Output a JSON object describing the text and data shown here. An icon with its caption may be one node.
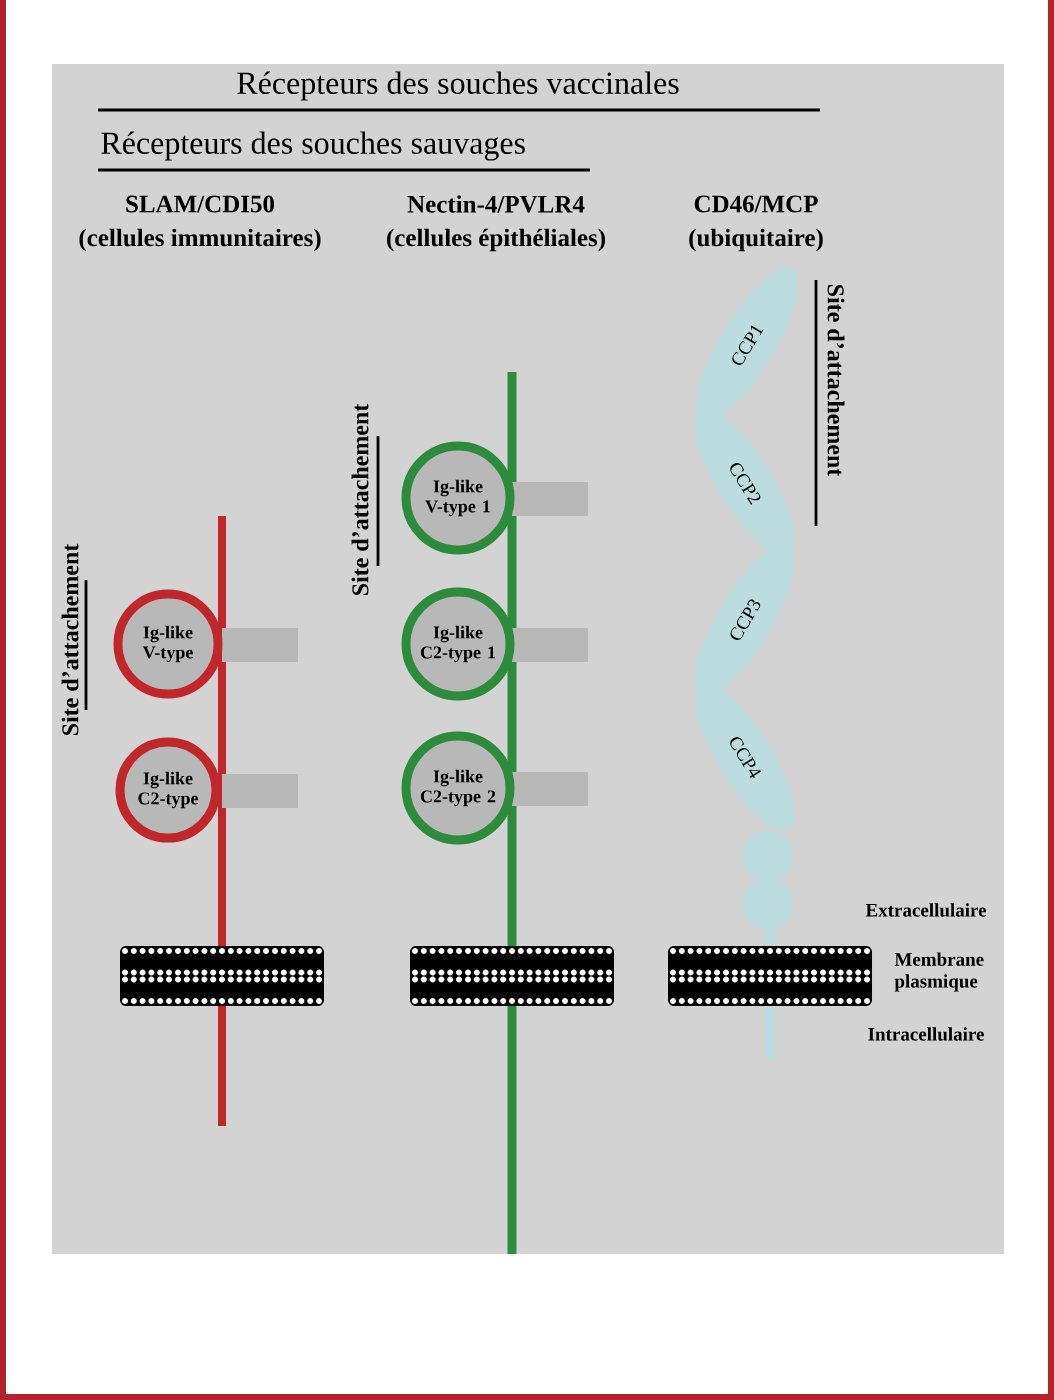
{
  "diagram": {
    "nodes": [
      {
        "text": [
          "Ig-like V-type"
        ]
      },
      {
        "text": [
          "Ig-like C2-type"
        ]
      },
      {
        "text": [
          "Ig-like V-type 1"
        ]
      },
      {
        "text": [
          "Ig-like C2-type 1"
        ]
      },
      {
        "text": [
          "Ig-like C2-type 2"
        ]
      },
      {
        "text": [
          "CCP1"
        ]
      },
      {
        "text": [
          "CCP2"
        ]
      },
      {
        "text": [
          "CCP3"
        ]
      },
      {
        "text": [
          "CCP4"
        ]
      }
    ],
    "labels": [
      "Récepteurs des souches vaccinales",
      "Récepteurs des souches sauvages",
      "SLAM/CDI50",
      "(cellules immunitaires)",
      "Nectin-4/PVLR4",
      "(cellules épithéliales)",
      "CD46/MCP",
      "(ubiquitaire)",
      "Site d’attachement",
      "Site d’attachement",
      "Site d’attachement",
      "Extracellulaire",
      "Membrane plasmique",
      "Intracellulaire"
    ]
  }
}
